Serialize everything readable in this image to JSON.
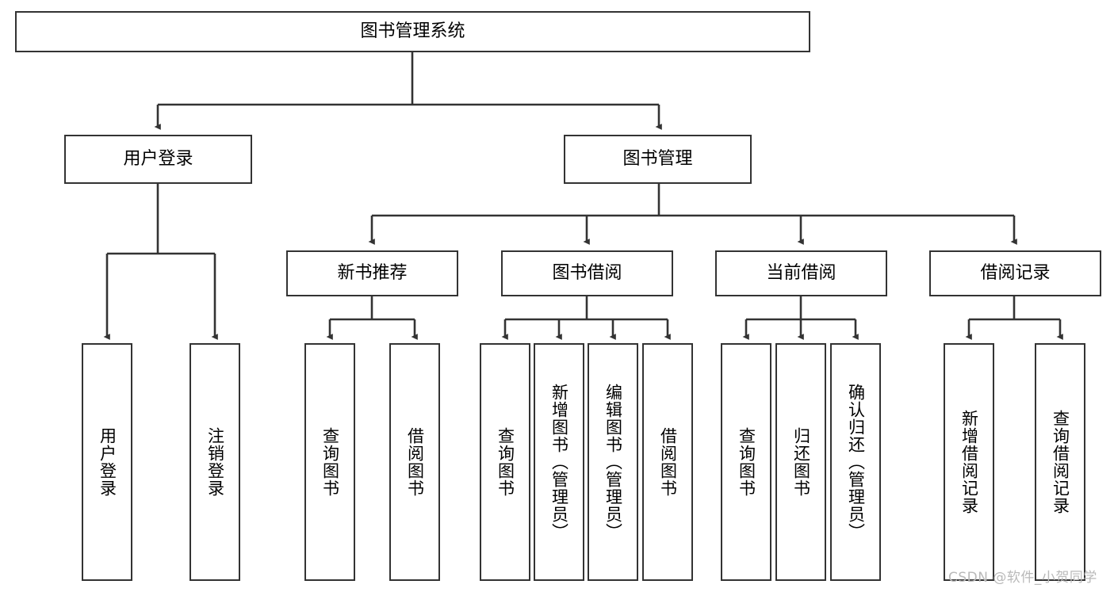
{
  "diagram": {
    "title": "图书管理系统",
    "type": "tree-hierarchy-diagram",
    "root": {
      "id": "root",
      "label": "图书管理系统"
    },
    "level2": [
      {
        "id": "user-login",
        "label": "用户登录"
      },
      {
        "id": "book-manage",
        "label": "图书管理"
      }
    ],
    "level3": [
      {
        "id": "new-book-rec",
        "label": "新书推荐",
        "parent": "book-manage"
      },
      {
        "id": "book-borrow",
        "label": "图书借阅",
        "parent": "book-manage"
      },
      {
        "id": "current-borrow",
        "label": "当前借阅",
        "parent": "book-manage"
      },
      {
        "id": "borrow-record",
        "label": "借阅记录",
        "parent": "book-manage"
      }
    ],
    "leaves": [
      {
        "id": "leaf-user-login",
        "label": "用户登录",
        "parent": "user-login"
      },
      {
        "id": "leaf-logout-login",
        "label": "注销登录",
        "parent": "user-login"
      },
      {
        "id": "leaf-query-book-1",
        "label": "查询图书",
        "parent": "new-book-rec"
      },
      {
        "id": "leaf-borrow-book-1",
        "label": "借阅图书",
        "parent": "new-book-rec"
      },
      {
        "id": "leaf-query-book-2",
        "label": "查询图书",
        "parent": "book-borrow"
      },
      {
        "id": "leaf-add-book",
        "label": "新增图书（管理员）",
        "parent": "book-borrow"
      },
      {
        "id": "leaf-edit-book",
        "label": "编辑图书（管理员）",
        "parent": "book-borrow"
      },
      {
        "id": "leaf-borrow-book-2",
        "label": "借阅图书",
        "parent": "book-borrow"
      },
      {
        "id": "leaf-query-book-3",
        "label": "查询图书",
        "parent": "current-borrow"
      },
      {
        "id": "leaf-return-book",
        "label": "归还图书",
        "parent": "current-borrow"
      },
      {
        "id": "leaf-confirm-return",
        "label": "确认归还（管理员）",
        "parent": "current-borrow"
      },
      {
        "id": "leaf-add-record",
        "label": "新增借阅记录",
        "parent": "borrow-record"
      },
      {
        "id": "leaf-query-record",
        "label": "查询借阅记录",
        "parent": "borrow-record"
      }
    ],
    "watermark": "CSDN @软件_小贺同学",
    "colors": {
      "stroke": "#333333",
      "background": "#ffffff",
      "text": "#000000",
      "watermark": "#b9b9b9"
    }
  }
}
